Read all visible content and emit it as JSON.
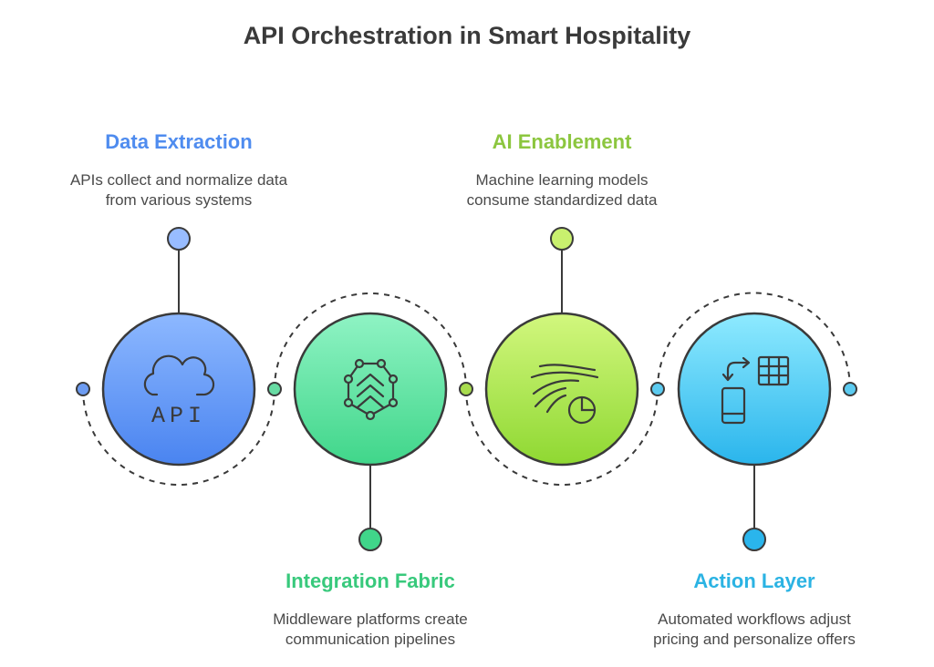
{
  "title": "API Orchestration in Smart Hospitality",
  "colors": {
    "data_extraction": "#4f8cef",
    "integration_fabric": "#38c97c",
    "ai_enablement": "#8cc63f",
    "action_layer": "#2bb3e3",
    "stroke": "#3a3a3a"
  },
  "steps": [
    {
      "heading": "Data Extraction",
      "line1": "APIs collect and normalize data",
      "line2": "from various systems",
      "icon": "cloud-api-icon",
      "icon_text": "API"
    },
    {
      "heading": "Integration Fabric",
      "line1": "Middleware platforms create",
      "line2": "communication pipelines",
      "icon": "network-chevrons-icon"
    },
    {
      "heading": "AI Enablement",
      "line1": "Machine learning models",
      "line2": "consume standardized data",
      "icon": "data-stream-chart-icon"
    },
    {
      "heading": "Action Layer",
      "line1": "Automated workflows adjust",
      "line2": "pricing and personalize offers",
      "icon": "mobile-sync-table-icon"
    }
  ]
}
